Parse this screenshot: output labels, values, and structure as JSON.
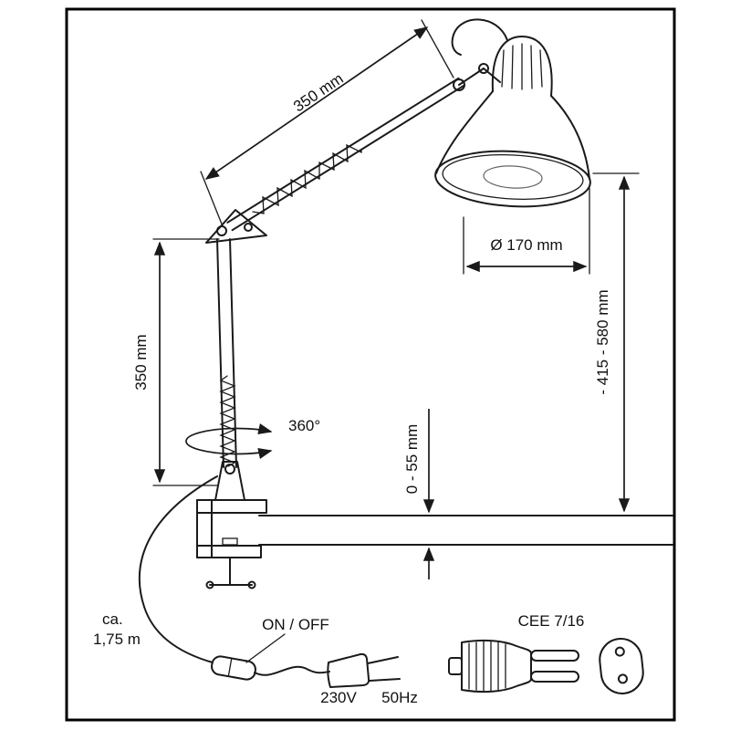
{
  "diagram": {
    "type": "technical-drawing",
    "subject": "clamp-mounted swing-arm desk lamp with dimensions",
    "colors": {
      "line": "#1a1a1a",
      "background": "#ffffff"
    },
    "labels": {
      "arm_upper": "350 mm",
      "arm_lower": "350 mm",
      "shade_diameter": "Ø 170 mm",
      "height_range": "- 415 - 580 mm",
      "clamp_capacity": "0 - 55 mm",
      "rotation": "360°",
      "cable_ca": "ca.",
      "cable_length": "1,75 m",
      "switch": "ON / OFF",
      "voltage": "230V",
      "frequency": "50Hz",
      "plug_type": "CEE 7/16"
    }
  }
}
